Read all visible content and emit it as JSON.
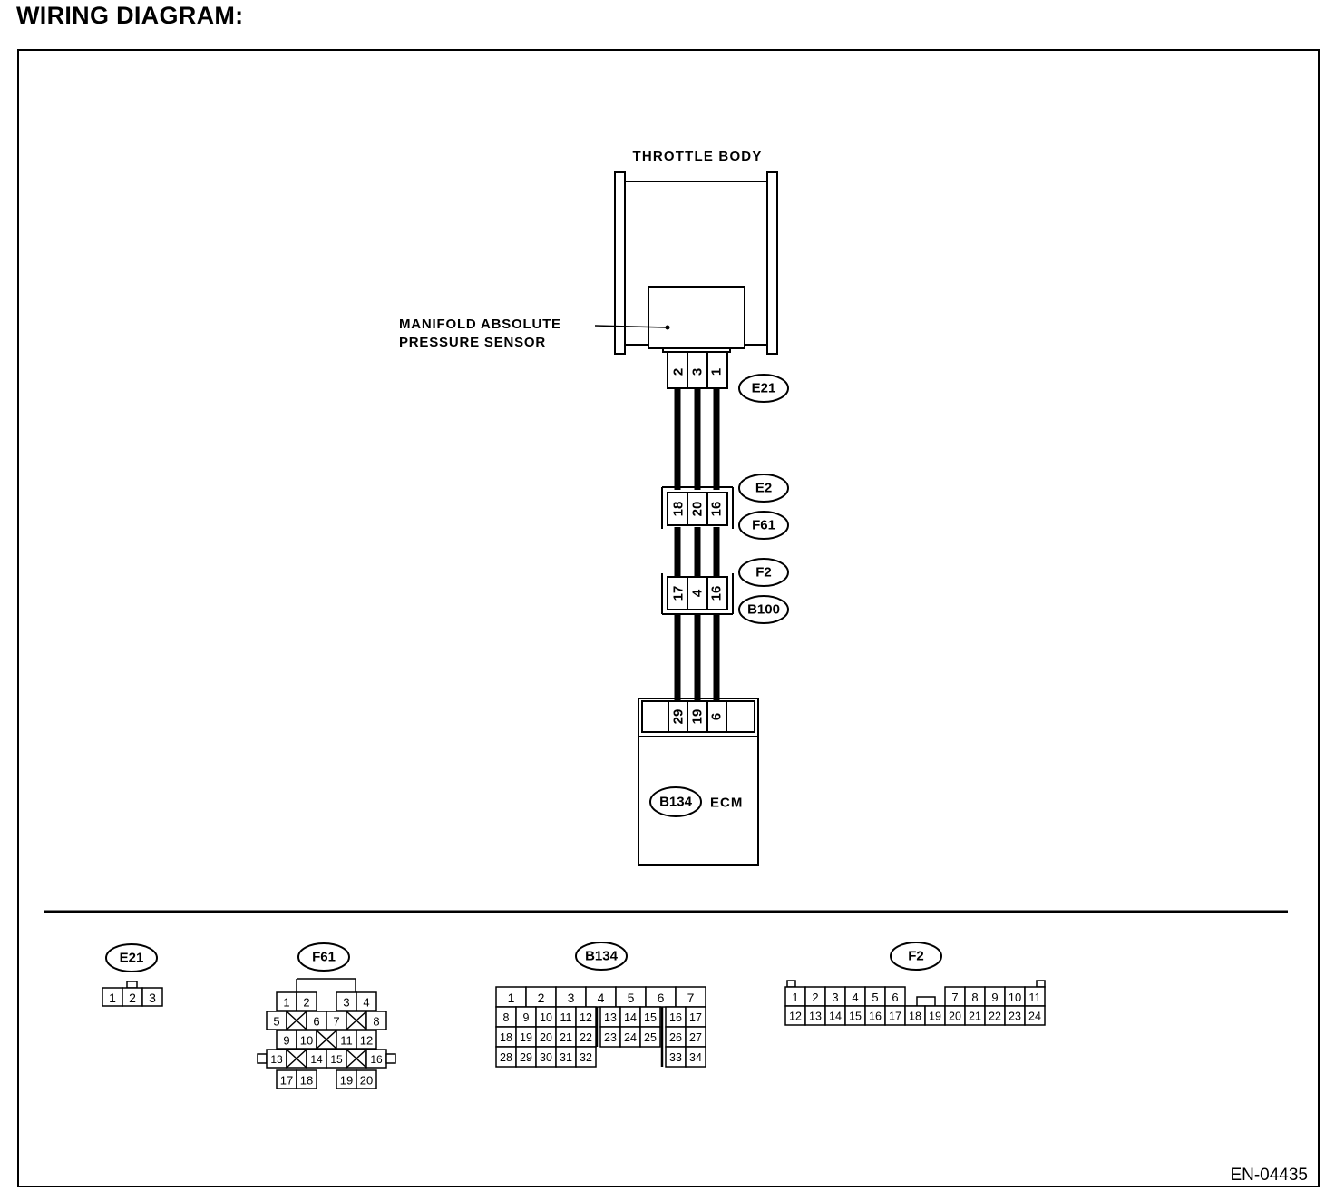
{
  "title": "WIRING DIAGRAM:",
  "figure_id": "EN-04435",
  "components": {
    "throttle_body": "THROTTLE BODY",
    "map_sensor": [
      "MANIFOLD ABSOLUTE",
      "PRESSURE SENSOR"
    ],
    "ecm": "ECM"
  },
  "connectors": {
    "sensor": {
      "id": "E21",
      "pins": [
        "2",
        "3",
        "1"
      ]
    },
    "middle": {
      "ids": [
        "E2",
        "F61"
      ],
      "pins": [
        "18",
        "20",
        "16"
      ]
    },
    "lower": {
      "ids": [
        "F2",
        "B100"
      ],
      "pins": [
        "17",
        "4",
        "16"
      ]
    },
    "ecm": {
      "id": "B134",
      "pins": [
        "29",
        "19",
        "6"
      ]
    }
  },
  "faces": [
    {
      "id": "E21",
      "rows": [
        [
          "1",
          "2",
          "3"
        ]
      ]
    },
    {
      "id": "F61",
      "rows": [
        [
          "1",
          "2",
          "3",
          "4"
        ],
        [
          "5",
          "6",
          "7",
          "8"
        ],
        [
          "9",
          "10",
          "11",
          "12"
        ],
        [
          "13",
          "14",
          "15",
          "16"
        ],
        [
          "17",
          "18",
          "19",
          "20"
        ]
      ]
    },
    {
      "id": "B134",
      "rows": [
        [
          "1",
          "2",
          "3",
          "4",
          "5",
          "6",
          "7"
        ],
        [
          "8",
          "9",
          "10",
          "11",
          "12",
          "13",
          "14",
          "15",
          "16",
          "17"
        ],
        [
          "18",
          "19",
          "20",
          "21",
          "22",
          "23",
          "24",
          "25",
          "26",
          "27"
        ],
        [
          "28",
          "29",
          "30",
          "31",
          "32",
          "33",
          "34"
        ]
      ]
    },
    {
      "id": "F2",
      "rows": [
        [
          "1",
          "2",
          "3",
          "4",
          "5",
          "6",
          "7",
          "8",
          "9",
          "10",
          "11"
        ],
        [
          "12",
          "13",
          "14",
          "15",
          "16",
          "17",
          "18",
          "19",
          "20",
          "21",
          "22",
          "23",
          "24"
        ]
      ]
    }
  ]
}
